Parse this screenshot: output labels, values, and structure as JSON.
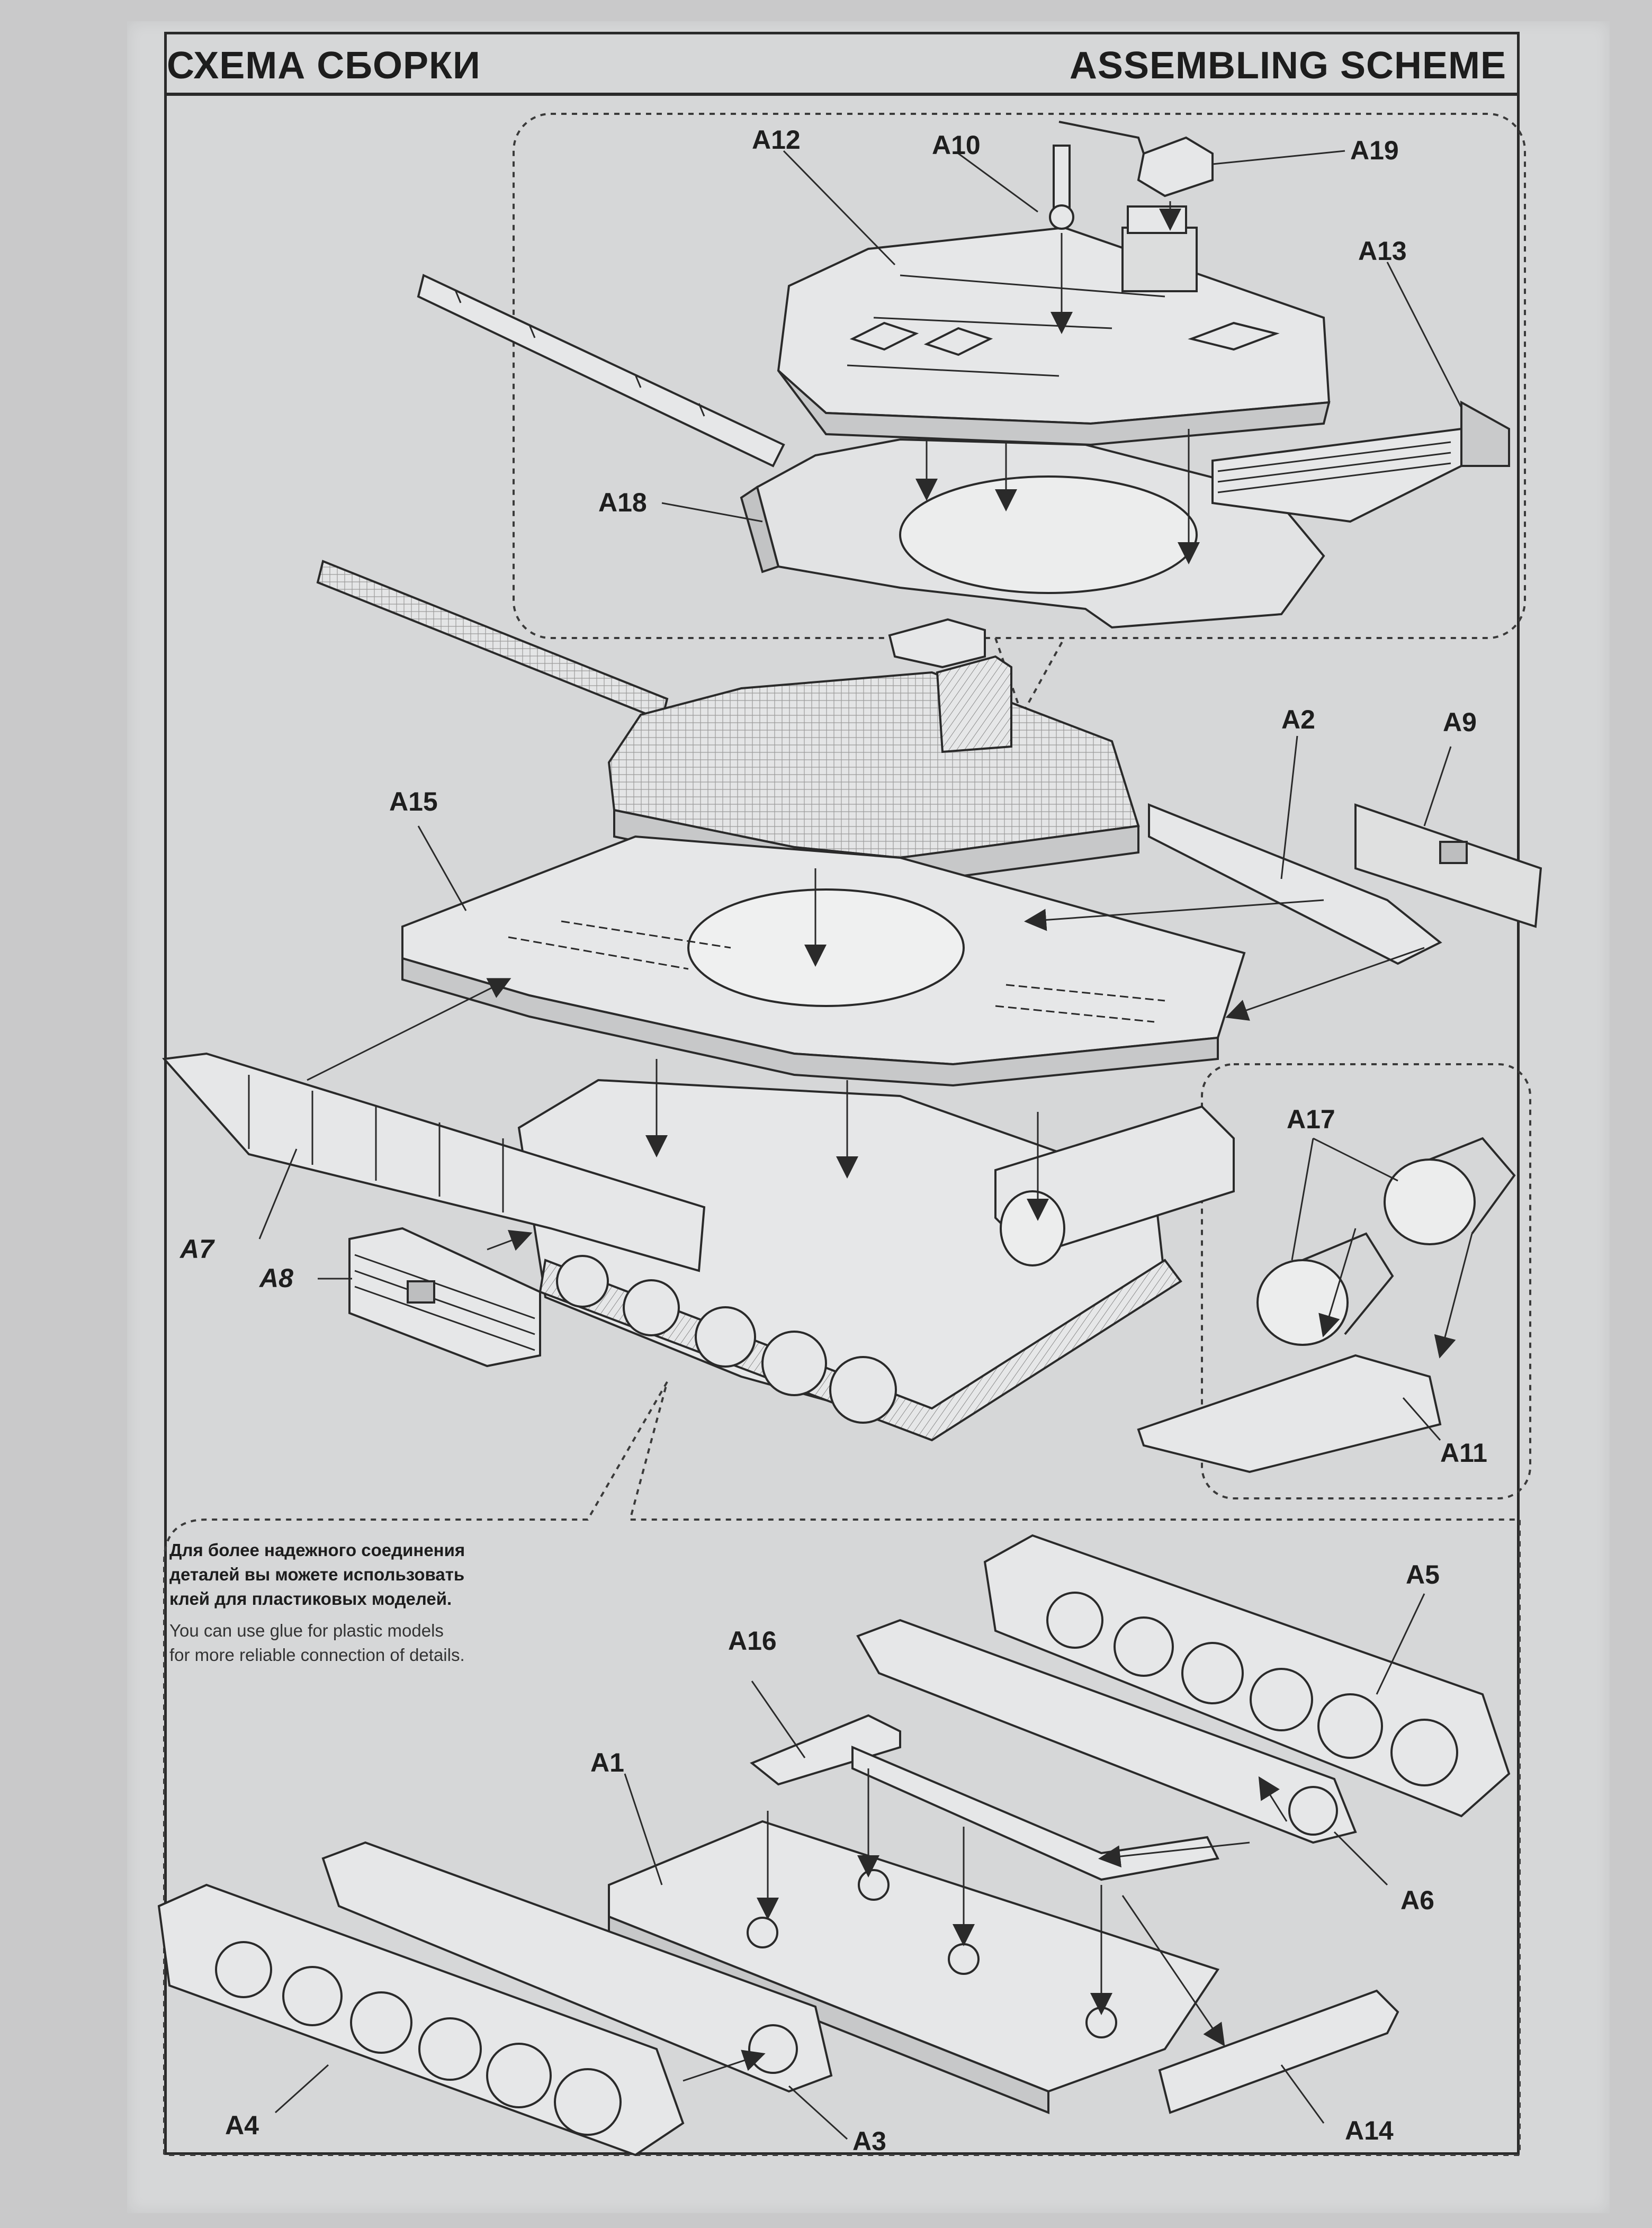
{
  "header": {
    "title_ru": "СХЕМА СБОРКИ",
    "title_en": "ASSEMBLING SCHEME"
  },
  "note": {
    "ru": "Для более надежного соединения деталей вы можете использовать клей для пластиковых моделей.",
    "en": "You can use glue for plastic models for more reliable connection of details."
  },
  "labels": {
    "a1": "A1",
    "a2": "A2",
    "a3": "A3",
    "a4": "A4",
    "a5": "A5",
    "a6": "A6",
    "a7": "A7",
    "a8": "A8",
    "a9": "A9",
    "a10": "A10",
    "a11": "A11",
    "a12": "A12",
    "a13": "A13",
    "a14": "A14",
    "a15": "A15",
    "a16": "A16",
    "a17": "A17",
    "a18": "A18",
    "a19": "A19"
  },
  "colors": {
    "paper": "#d6d7d8",
    "ink": "#2a2a2a",
    "part_fill": "#e6e7e8",
    "part_shade": "#bdbebf"
  }
}
